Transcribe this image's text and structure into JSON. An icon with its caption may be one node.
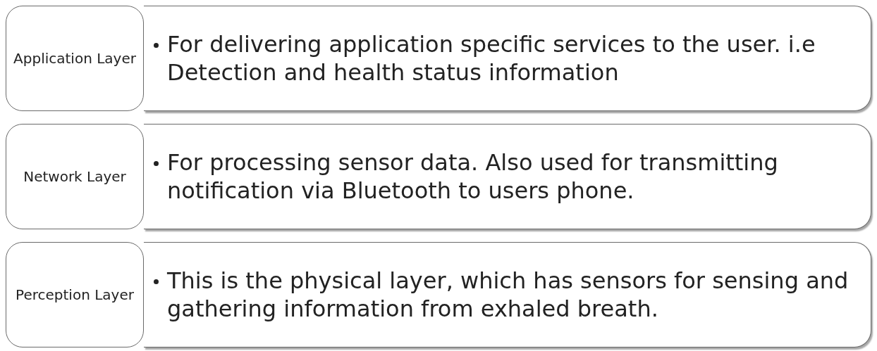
{
  "diagram": {
    "nodes": [
      {
        "text": [
          "Application Layer"
        ]
      },
      {
        "text": [
          "For delivering application specific services to the user. i.e Detection and health status information"
        ]
      },
      {
        "text": [
          "Network Layer"
        ]
      },
      {
        "text": [
          "For processing sensor data. Also used for transmitting notification via Bluetooth to users phone."
        ]
      },
      {
        "text": [
          "Perception Layer"
        ]
      },
      {
        "text": [
          "This is the physical layer, which has sensors for sensing and gathering information from exhaled breath."
        ]
      }
    ]
  }
}
